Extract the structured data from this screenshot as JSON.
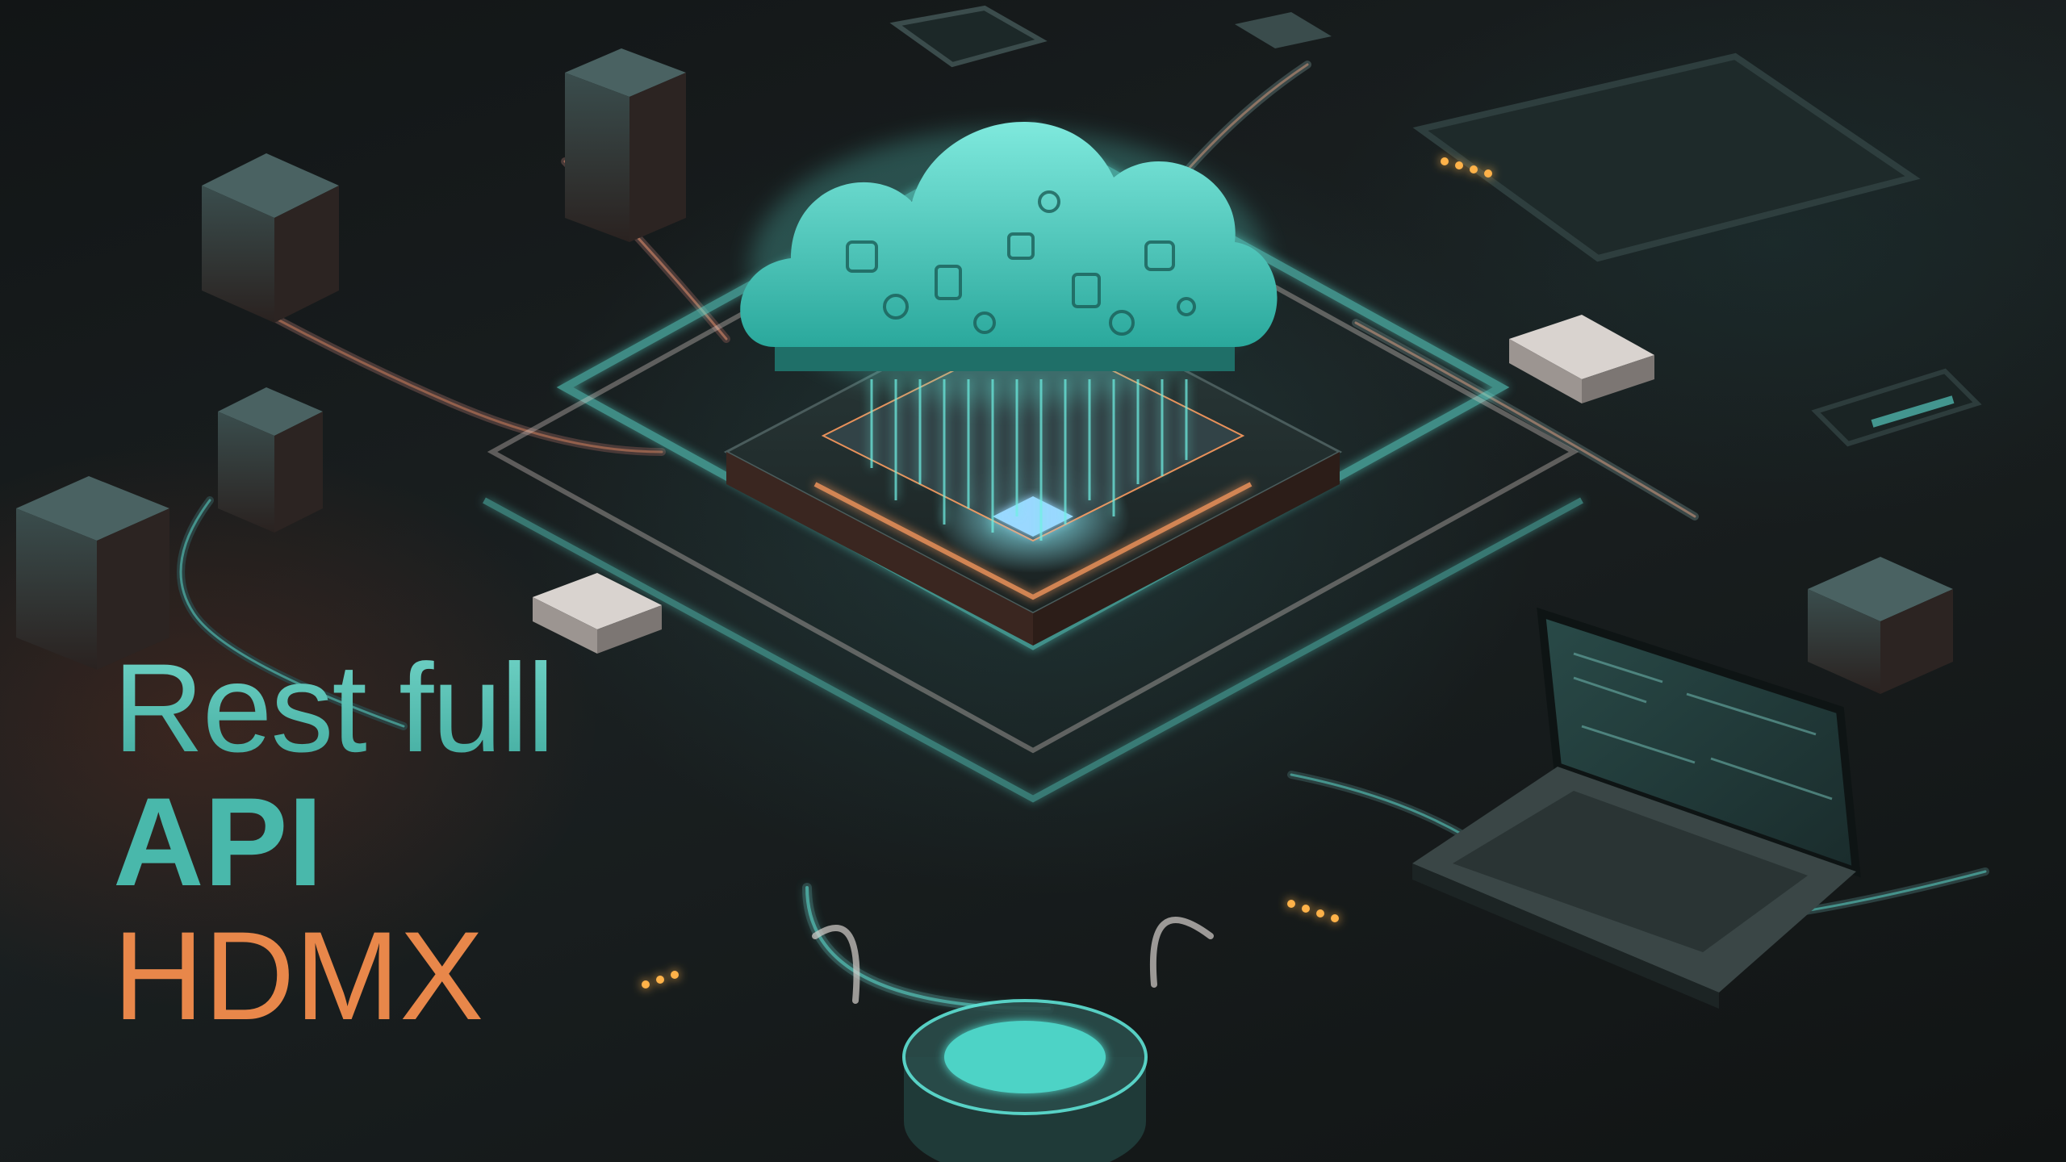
{
  "headline": {
    "line1": "Rest full",
    "line2": "API",
    "line3": "HDMX"
  },
  "colors": {
    "teal_accent": "#49b8ab",
    "teal_glow": "#5fe3d6",
    "orange_accent": "#e8874a",
    "background": "#121516"
  },
  "illustration": {
    "subject": "isometric cloud computing network",
    "icons": [
      "cloud-icon",
      "server-rack-icon",
      "laptop-icon",
      "tablet-icon",
      "smartphone-icon",
      "router-icon",
      "database-cylinder-icon"
    ]
  }
}
